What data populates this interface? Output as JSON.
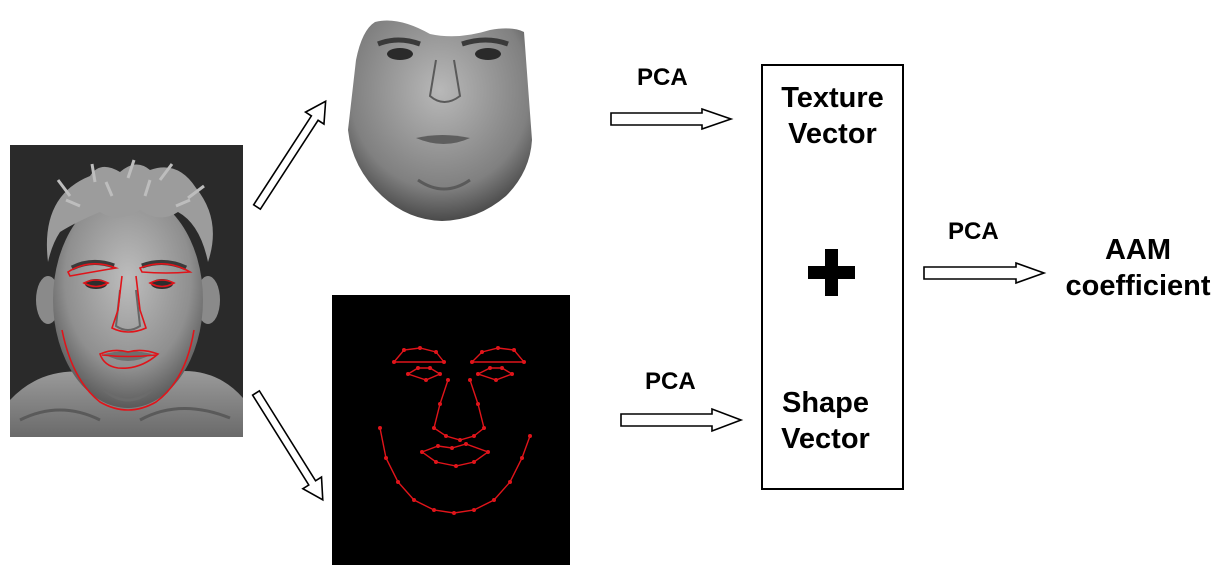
{
  "flow": {
    "pca_texture_label": "PCA",
    "pca_shape_label": "PCA",
    "pca_combined_label": "PCA"
  },
  "vector_box": {
    "texture_line1": "Texture",
    "texture_line2": "Vector",
    "plus_symbol": "+",
    "shape_line1": "Shape",
    "shape_line2": "Vector"
  },
  "result": {
    "line1": "AAM",
    "line2": "coefficient"
  },
  "colors": {
    "landmark": "#e0141a",
    "background": "#ffffff",
    "photo_bg": "#2a2a2a",
    "shape_panel_bg": "#000000"
  }
}
